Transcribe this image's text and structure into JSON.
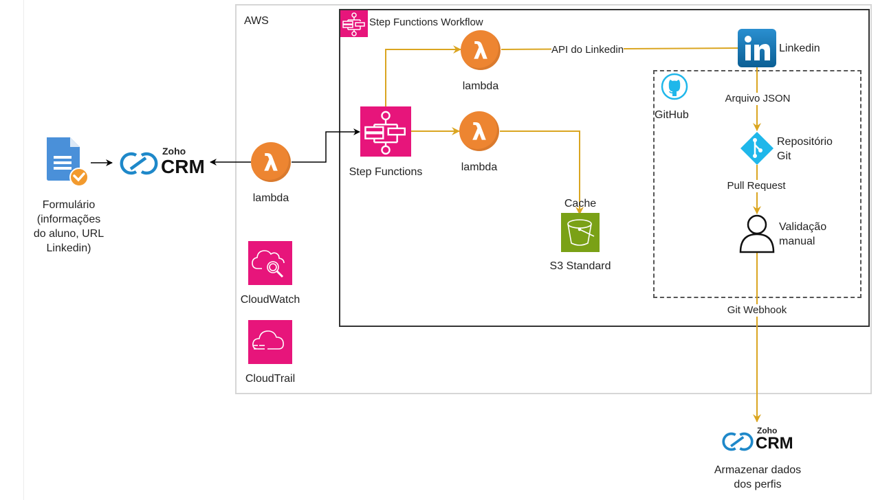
{
  "colors": {
    "accent_flow": "#daa520",
    "aws_pink": "#e7157b",
    "lambda_orange": "#ed8531",
    "s3_green": "#7aa116",
    "github_blue": "#1fb7ea",
    "linkedin_blue": "#0e76a8",
    "zoho_blue": "#1e88c9"
  },
  "groups": {
    "aws": {
      "label": "AWS"
    },
    "workflow": {
      "label": "Step Functions Workflow"
    },
    "github": {
      "label": "GitHub"
    }
  },
  "nodes": {
    "form": {
      "label": "Formulário\n(informações\ndo aluno, URL\nLinkedin)",
      "lines": [
        "Formulário",
        "(informações",
        "do aluno, URL",
        "Linkedin)"
      ]
    },
    "zoho_top": {
      "brand_small": "Zoho",
      "brand_big": "CRM"
    },
    "lambda_entry": {
      "label": "lambda"
    },
    "step_functions": {
      "label": "Step Functions"
    },
    "lambda_top": {
      "label": "lambda"
    },
    "lambda_bottom": {
      "label": "lambda"
    },
    "s3": {
      "top_label": "Cache",
      "label": "S3 Standard"
    },
    "cloudwatch": {
      "label": "CloudWatch"
    },
    "cloudtrail": {
      "label": "CloudTrail"
    },
    "linkedin": {
      "label": "Linkedin",
      "glyph": "in"
    },
    "git_repo": {
      "lines": [
        "Repositório",
        "Git"
      ]
    },
    "validation": {
      "lines": [
        "Validação",
        "manual"
      ]
    },
    "zoho_bottom": {
      "brand_small": "Zoho",
      "brand_big": "CRM",
      "lines": [
        "Armazenar dados",
        "dos perfis"
      ]
    }
  },
  "edges": {
    "api_linkedin": "API do Linkedin",
    "json_file": "Arquivo JSON",
    "pull_request": "Pull Request",
    "git_webhook": "Git Webhook"
  }
}
